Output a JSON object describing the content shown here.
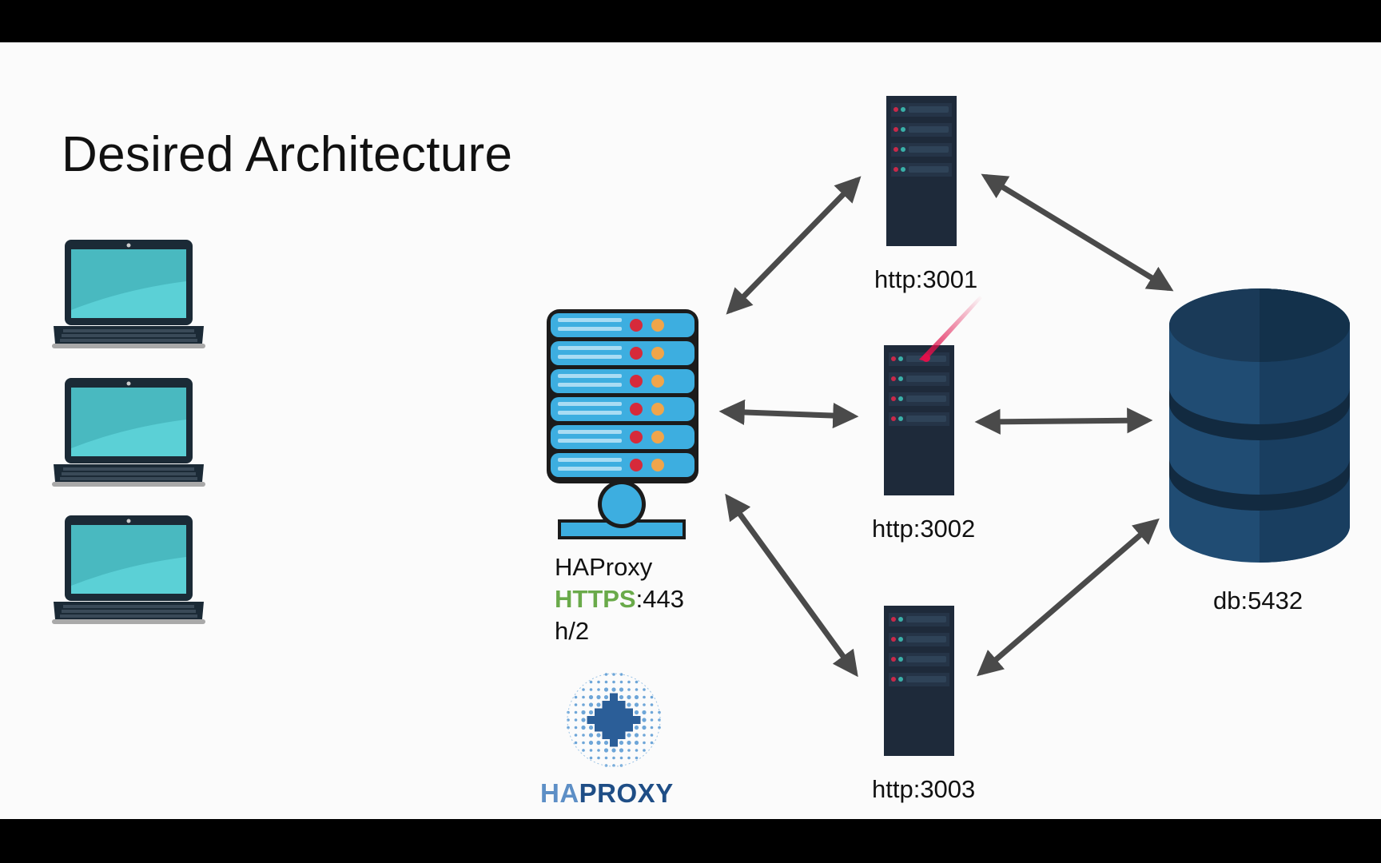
{
  "title": "Desired Architecture",
  "clients": [
    {
      "icon": "laptop-icon"
    },
    {
      "icon": "laptop-icon"
    },
    {
      "icon": "laptop-icon"
    }
  ],
  "load_balancer": {
    "icon": "server-rack-icon",
    "name": "HAProxy",
    "protocol": "HTTPS",
    "port": ":443",
    "http_version": "h/2",
    "logo_text_a": "HA",
    "logo_text_b": "PROXY"
  },
  "app_servers": [
    {
      "label": "http:3001"
    },
    {
      "label": "http:3002"
    },
    {
      "label": "http:3003"
    }
  ],
  "database": {
    "label": "db:5432",
    "icon": "database-icon"
  },
  "colors": {
    "https": "#6aaa4a",
    "arrow": "#4a4a4a",
    "server": "#1e2a3a",
    "rack": "#3daee0",
    "db": "#1f4a70",
    "laptop_screen": "#4cc3c9",
    "pointer": "#e02050"
  }
}
